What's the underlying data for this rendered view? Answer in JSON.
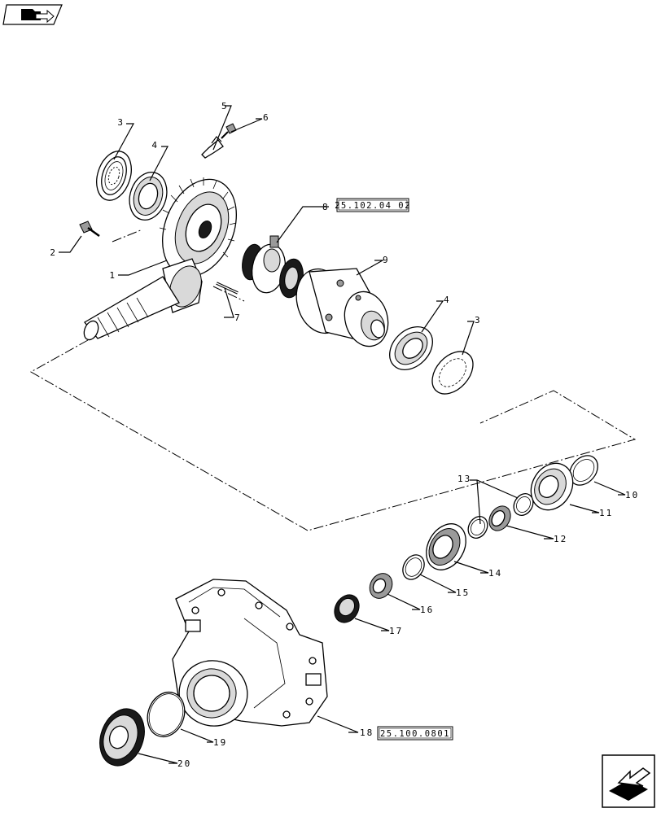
{
  "nav_icons": {
    "top_left": "open-folder-arrow-icon",
    "bottom_right": "navigate-back-arrow-icon"
  },
  "callouts": {
    "c1": "1",
    "c2": "2",
    "c3a": "3",
    "c3b": "3",
    "c4a": "4",
    "c4b": "4",
    "c5": "5",
    "c6": "6",
    "c7": "7",
    "c8": "8",
    "c9": "9",
    "c10": "10",
    "c11": "11",
    "c12": "12",
    "c13": "13",
    "c14": "14",
    "c15": "15",
    "c16": "16",
    "c17": "17",
    "c18": "18",
    "c19": "19",
    "c20": "20"
  },
  "references": {
    "ref8": "25.102.04 02",
    "ref18": "25.100.0801"
  }
}
